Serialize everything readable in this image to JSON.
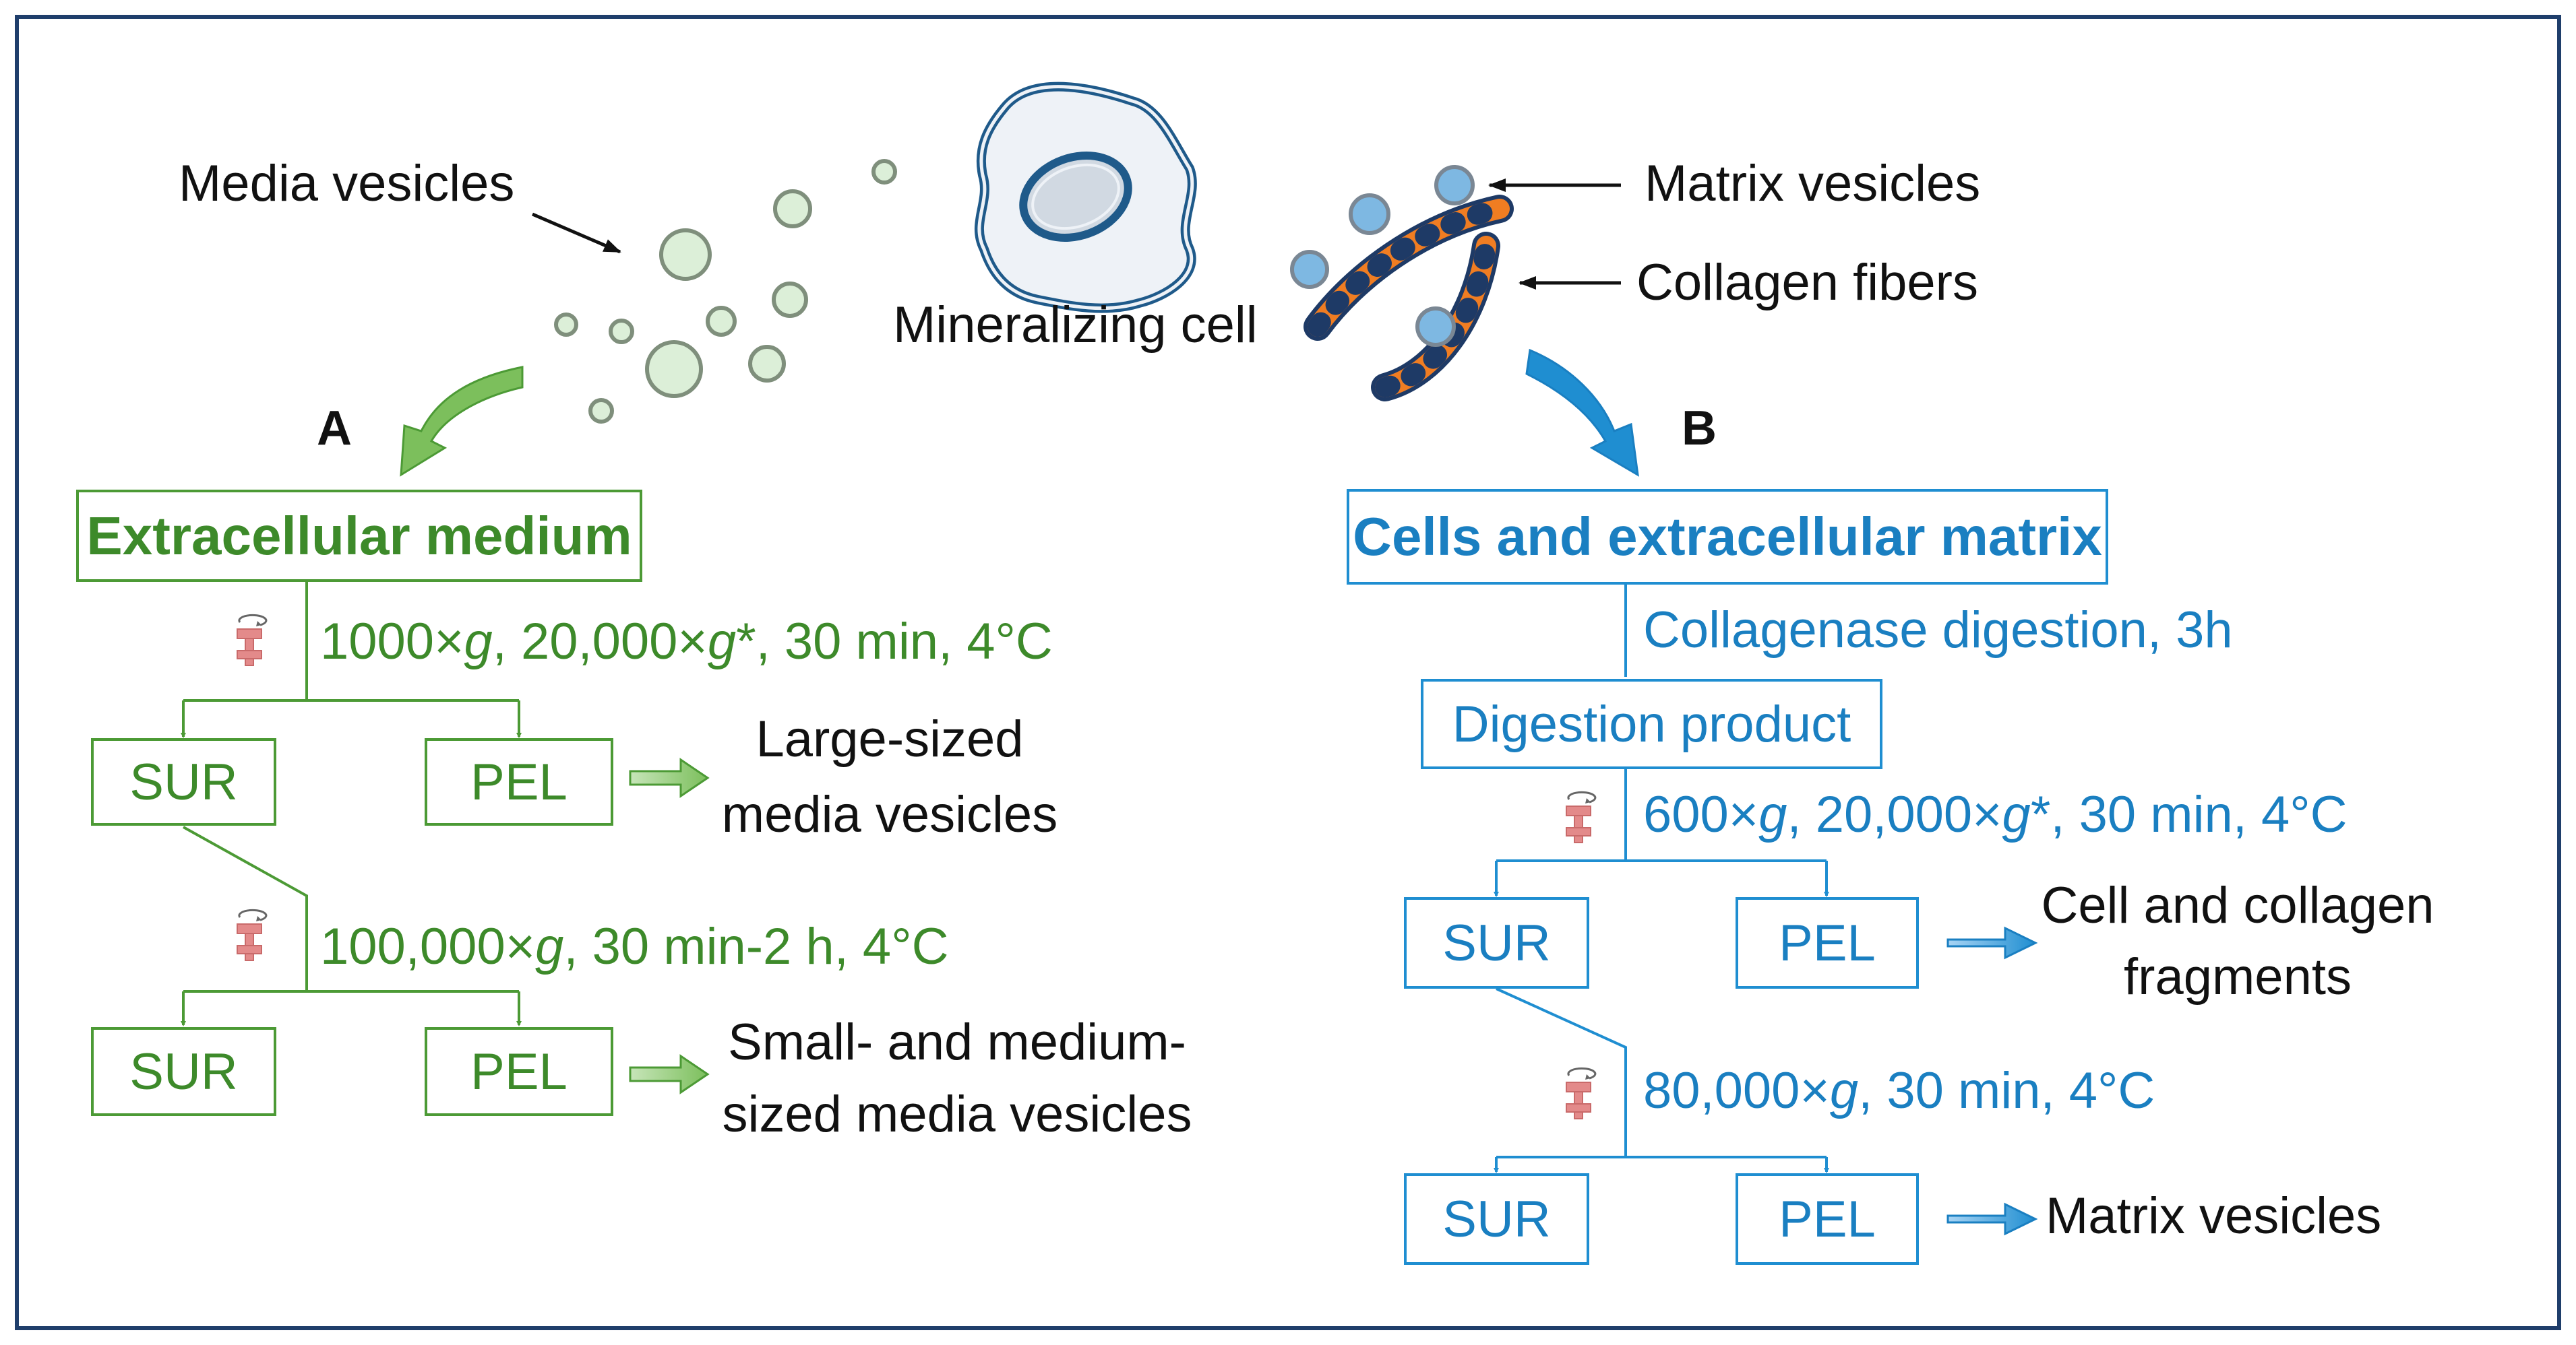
{
  "colors": {
    "green": "#3d8a2a",
    "blue": "#1a7fc1",
    "frame": "#1f3e6b",
    "collagen": "#f07d22",
    "collagen_dark": "#1e3a66",
    "vesicle_green": "#dcefd8",
    "vesicle_blue": "#7eb8e2",
    "cell_fill": "#eef2f7",
    "centrifuge": "#e38a8a"
  },
  "illustration": {
    "media_vesicles_label": "Media vesicles",
    "mineralizing_cell_label": "Mineralizing cell",
    "matrix_vesicles_label": "Matrix vesicles",
    "collagen_fibers_label": "Collagen fibers"
  },
  "panel_a": {
    "letter": "A",
    "start_box": "Extracellular medium",
    "step1": {
      "prefix": "1000×",
      "g1": "g",
      "mid": ", 20,000×",
      "g2": "g",
      "suffix": "*, 30 min, 4°C"
    },
    "row1": {
      "sur": "SUR",
      "pel": "PEL",
      "result_line1": "Large-sized",
      "result_line2": "media vesicles"
    },
    "step2": {
      "prefix": "100,000×",
      "g1": "g",
      "suffix": ", 30 min-2 h, 4°C"
    },
    "row2": {
      "sur": "SUR",
      "pel": "PEL",
      "result_line1": "Small- and medium-",
      "result_line2": "sized media vesicles"
    }
  },
  "panel_b": {
    "letter": "B",
    "start_box": "Cells and extracellular matrix",
    "digestion_step": "Collagenase digestion, 3h",
    "digestion_box": "Digestion product",
    "step1": {
      "prefix": "600×",
      "g1": "g",
      "mid": ", 20,000×",
      "g2": "g",
      "suffix": "*, 30 min, 4°C"
    },
    "row1": {
      "sur": "SUR",
      "pel": "PEL",
      "result_line1": "Cell and collagen",
      "result_line2": "fragments"
    },
    "step2": {
      "prefix": "80,000×",
      "g1": "g",
      "suffix": ", 30 min, 4°C"
    },
    "row2": {
      "sur": "SUR",
      "pel": "PEL",
      "result": "Matrix vesicles"
    }
  }
}
